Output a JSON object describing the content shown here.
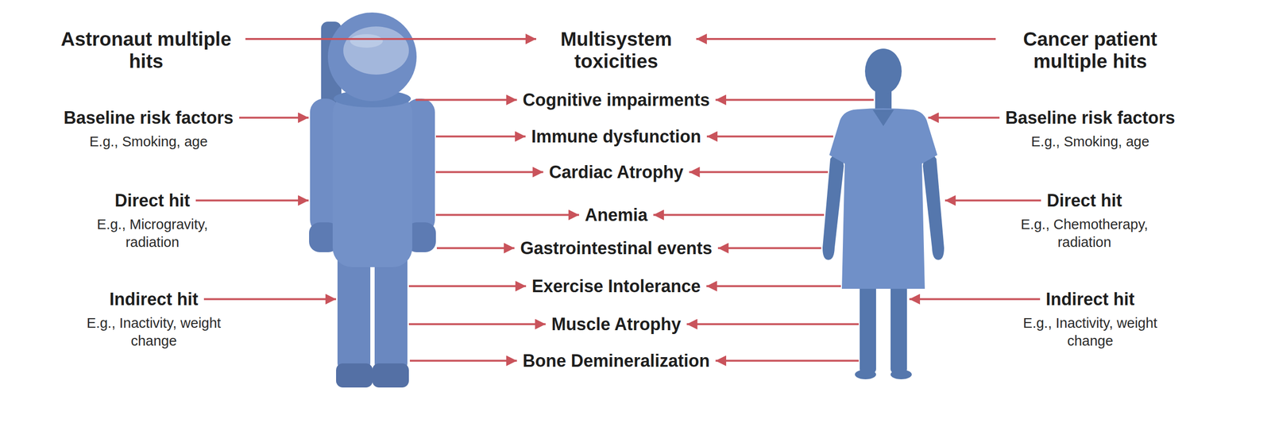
{
  "diagram": {
    "nodes": [
      {
        "text": [
          "Astronaut multiple hits"
        ]
      },
      {
        "text": [
          "Multisystem toxicities"
        ]
      },
      {
        "text": [
          "Cancer patient multiple hits"
        ]
      },
      {
        "text": [
          "Baseline risk factors",
          "E.g., Smoking, age"
        ]
      },
      {
        "text": [
          "Direct hit",
          "E.g., Microgravity, radiation"
        ]
      },
      {
        "text": [
          "Indirect hit",
          "E.g., Inactivity, weight change"
        ]
      },
      {
        "text": [
          "Cognitive impairments"
        ]
      },
      {
        "text": [
          "Immune dysfunction"
        ]
      },
      {
        "text": [
          "Cardiac Atrophy"
        ]
      },
      {
        "text": [
          "Anemia"
        ]
      },
      {
        "text": [
          "Gastrointestinal events"
        ]
      },
      {
        "text": [
          "Exercise Intolerance"
        ]
      },
      {
        "text": [
          "Muscle Atrophy"
        ]
      },
      {
        "text": [
          "Bone Demineralization"
        ]
      },
      {
        "text": [
          "Baseline risk factors",
          "E.g., Smoking, age"
        ]
      },
      {
        "text": [
          "Direct hit",
          "E.g., Chemotherapy, radiation"
        ]
      },
      {
        "text": [
          "Indirect hit",
          "E.g., Inactivity, weight change"
        ]
      }
    ],
    "edges": [
      {
        "from": 0,
        "to": 1,
        "arrow": "to"
      },
      {
        "from": 2,
        "to": 1,
        "arrow": "to"
      }
    ]
  }
}
